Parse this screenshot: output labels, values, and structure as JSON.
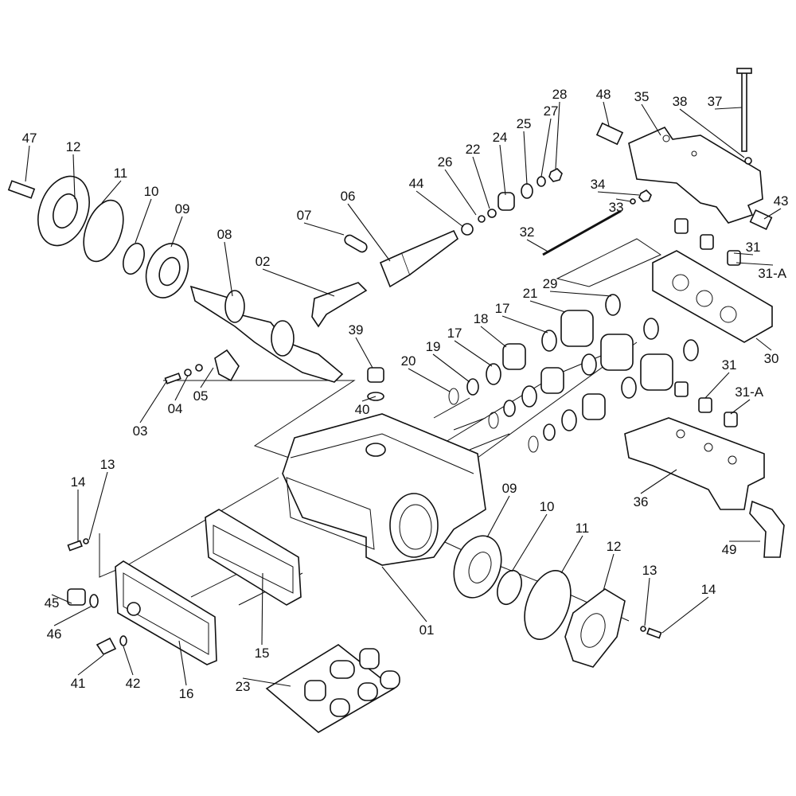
{
  "diagram_title": "",
  "labels": [
    "47",
    "12",
    "11",
    "10",
    "09",
    "08",
    "02",
    "07",
    "06",
    "44",
    "26",
    "22",
    "24",
    "25",
    "27",
    "28",
    "48",
    "35",
    "38",
    "37",
    "34",
    "33",
    "43",
    "32",
    "31",
    "31-A",
    "29",
    "21",
    "17",
    "18",
    "17",
    "19",
    "20",
    "39",
    "40",
    "30",
    "31",
    "31-A",
    "03",
    "04",
    "05",
    "13",
    "14",
    "36",
    "49",
    "09",
    "10",
    "11",
    "12",
    "13",
    "14",
    "45",
    "46",
    "41",
    "42",
    "16",
    "15",
    "01",
    "23"
  ]
}
